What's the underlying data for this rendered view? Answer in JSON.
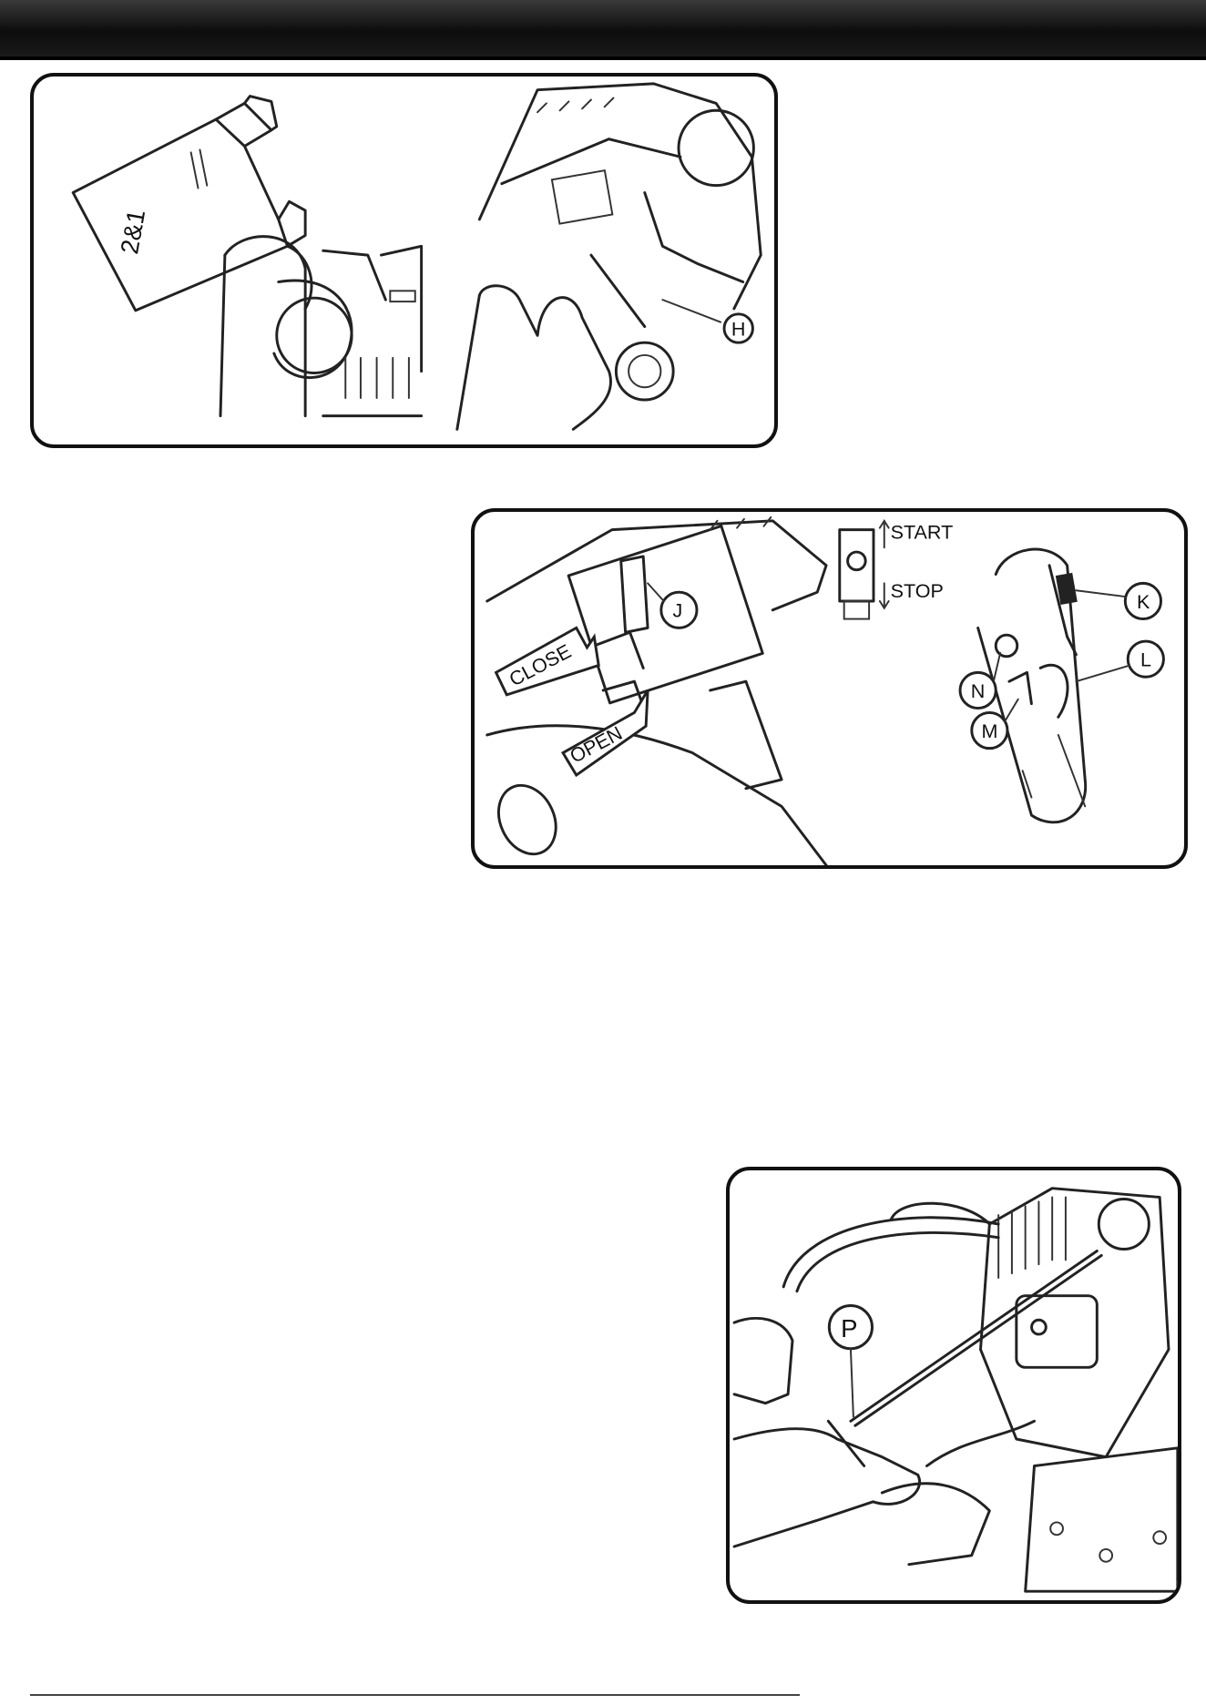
{
  "figure1": {
    "bottle_text": "2&1",
    "callout_h": "H"
  },
  "figure2": {
    "callout_j": "J",
    "label_close": "CLOSE",
    "label_open": "OPEN",
    "label_start": "START",
    "label_stop": "STOP",
    "callout_k": "K",
    "callout_l": "L",
    "callout_m": "M",
    "callout_n": "N"
  },
  "figure3": {
    "callout_p": "P"
  }
}
